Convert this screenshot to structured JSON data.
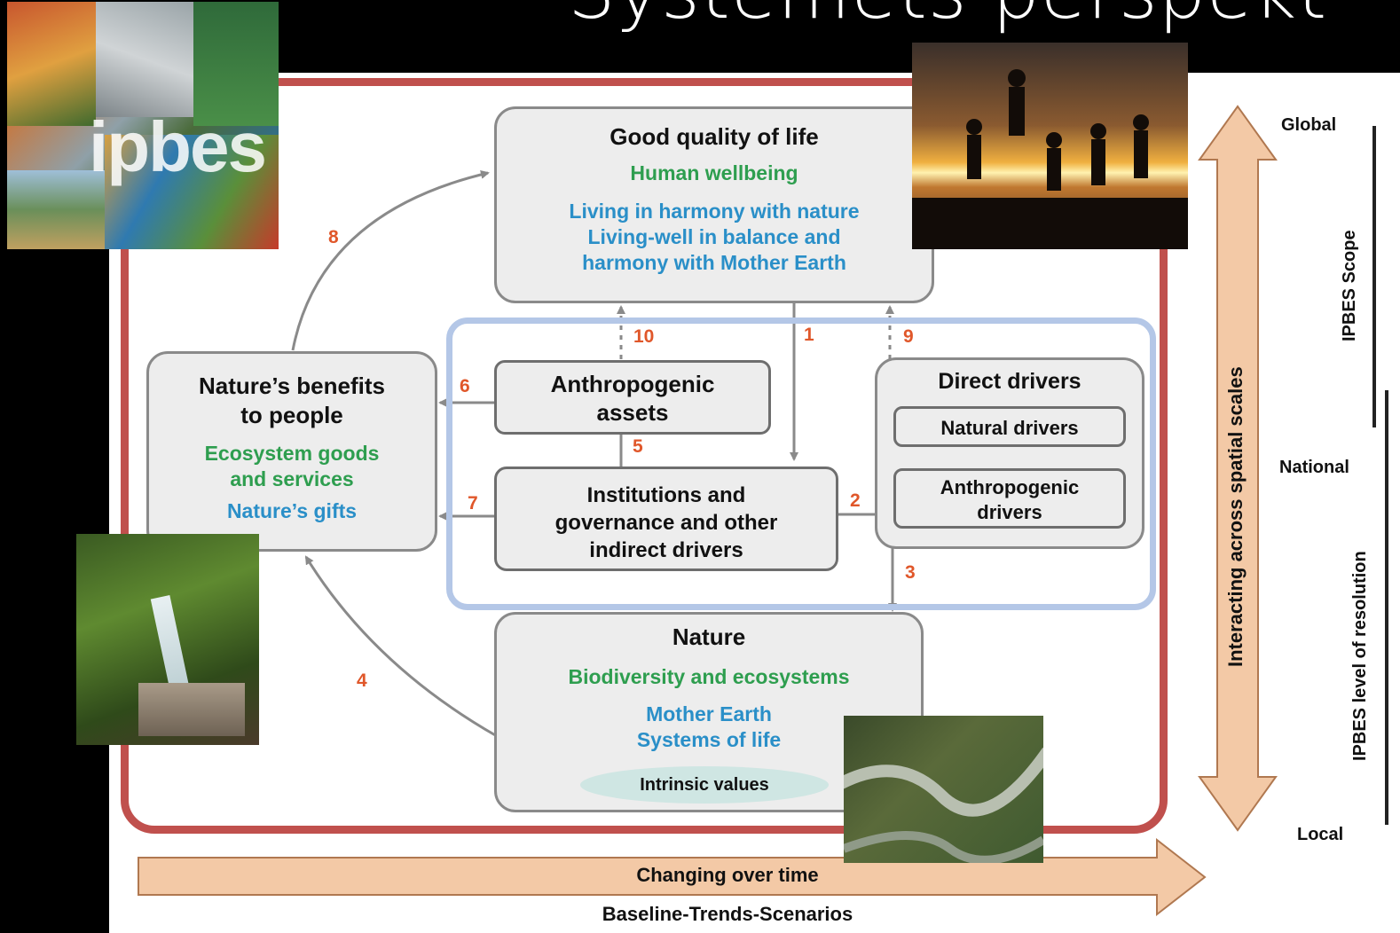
{
  "slide": {
    "title": "Systemets perspekt"
  },
  "boxes": {
    "quality": {
      "title": "Good quality of life",
      "green": "Human wellbeing",
      "blue1": "Living in harmony with nature",
      "blue2": "Living-well in balance and",
      "blue3": "harmony with Mother Earth"
    },
    "benefits": {
      "title1": "Nature’s benefits",
      "title2": "to people",
      "green1": "Ecosystem goods",
      "green2": "and services",
      "blue": "Nature’s gifts"
    },
    "assets": {
      "title1": "Anthropogenic",
      "title2": "assets"
    },
    "institutions": {
      "line1": "Institutions and",
      "line2": "governance and other",
      "line3": "indirect drivers"
    },
    "direct": {
      "title": "Direct drivers",
      "natural": "Natural drivers",
      "anthro1": "Anthropogenic",
      "anthro2": "drivers"
    },
    "nature": {
      "title": "Nature",
      "green": "Biodiversity and ecosystems",
      "blue1": "Mother Earth",
      "blue2": "Systems of life",
      "intrinsic": "Intrinsic values"
    }
  },
  "arrow_numbers": [
    "1",
    "2",
    "3",
    "4",
    "5",
    "6",
    "7",
    "8",
    "9",
    "10"
  ],
  "scales": {
    "global": "Global",
    "national": "National",
    "local": "Local",
    "interacting": "Interacting across spatial scales",
    "scope": "IPBES Scope",
    "resolution": "IPBES level of resolution"
  },
  "time": {
    "label": "Changing over time",
    "sub": "Baseline-Trends-Scenarios"
  },
  "logo": {
    "text": "ipbes"
  },
  "colors": {
    "highlight_red": "#c0504d",
    "highlight_blue": "#b4c7e7",
    "green_text": "#2e9e4f",
    "blue_text": "#2a8fc8",
    "number_orange": "#e0572a"
  }
}
